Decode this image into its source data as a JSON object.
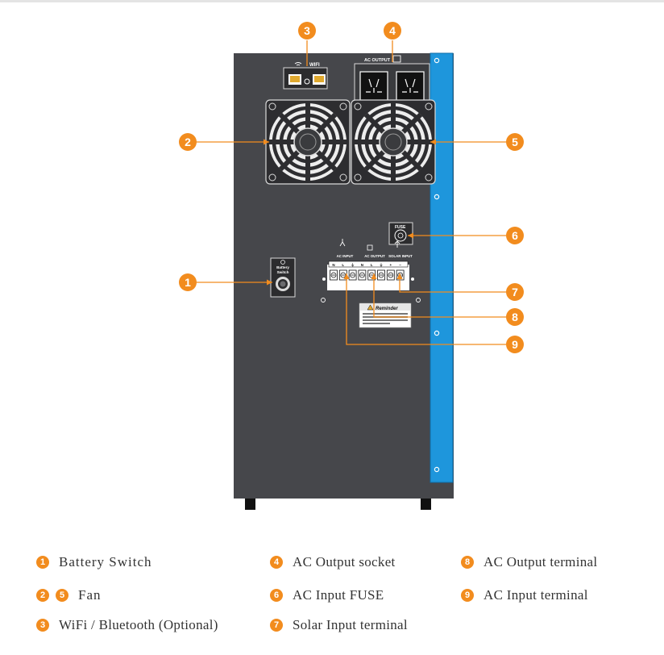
{
  "colors": {
    "accent": "#f28c1e",
    "cabinet": "#46474b",
    "side_panel": "#1e96dc",
    "legend_text": "#333333"
  },
  "panel_labels": {
    "wifi": "WIFI",
    "ac_output_socket": "AC OUTPUT",
    "fuse": "FUSE",
    "battery_switch": [
      "Battery",
      "Switch"
    ],
    "terminal_groups": [
      "AC INPUT",
      "AC OUTPUT",
      "SOLAR INPUT"
    ],
    "terminal_pins": [
      "N",
      "L",
      "⏚",
      "N",
      "L",
      "⏚",
      "+",
      "−"
    ],
    "reminder_title": "Reminder"
  },
  "callouts": [
    {
      "n": "1",
      "target": "battery-switch"
    },
    {
      "n": "2",
      "target": "fan-left"
    },
    {
      "n": "3",
      "target": "wifi-module"
    },
    {
      "n": "4",
      "target": "ac-output-socket"
    },
    {
      "n": "5",
      "target": "fan-right"
    },
    {
      "n": "6",
      "target": "ac-input-fuse"
    },
    {
      "n": "7",
      "target": "solar-input-terminal"
    },
    {
      "n": "8",
      "target": "ac-output-terminal"
    },
    {
      "n": "9",
      "target": "ac-input-terminal"
    }
  ],
  "legend": [
    {
      "nums": [
        "1"
      ],
      "label": "Battery Switch"
    },
    {
      "nums": [
        "2",
        "5"
      ],
      "label": "Fan"
    },
    {
      "nums": [
        "3"
      ],
      "label": "WiFi / Bluetooth (Optional)"
    },
    {
      "nums": [
        "4"
      ],
      "label": "AC Output socket"
    },
    {
      "nums": [
        "6"
      ],
      "label": "AC Input FUSE"
    },
    {
      "nums": [
        "7"
      ],
      "label": "Solar Input terminal"
    },
    {
      "nums": [
        "8"
      ],
      "label": "AC Output terminal"
    },
    {
      "nums": [
        "9"
      ],
      "label": "AC Input terminal"
    }
  ]
}
